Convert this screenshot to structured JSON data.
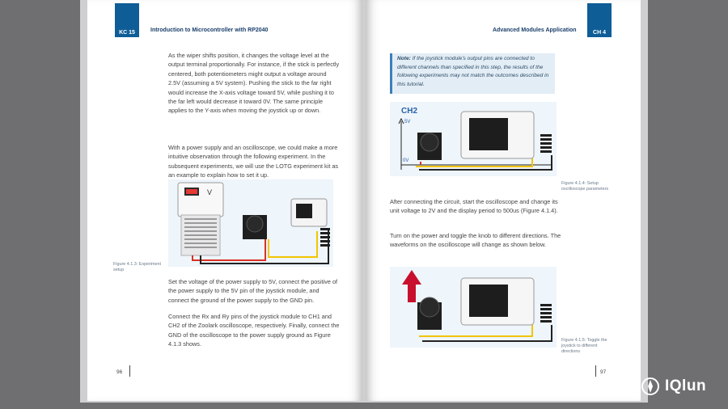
{
  "header": {
    "left_chapter_code": "KC 15",
    "left_title": "Introduction to Microcontroller with RP2040",
    "right_title": "Advanced Modules Application",
    "right_chapter_code": "CH 4"
  },
  "left_page": {
    "paragraph_1": "As the wiper shifts position, it changes the voltage level at the output terminal proportionally. For instance, if the stick is perfectly centered, both potentiometers might output a voltage around 2.5V (assuming a 5V system). Pushing the stick to the far right would increase the X-axis voltage toward 5V, while pushing it to the far left would decrease it toward 0V. The same principle applies to the Y-axis when moving the joystick up or down.",
    "paragraph_2": "With a power supply and an oscilloscope, we could make a more intuitive observation through the following experiment. In the subsequent experiments, we will use the LOTG experiment kit as an example to explain how to set it up.",
    "figure_caption": "Figure 4.1.3: Experiment setup",
    "paragraph_3": "Set the voltage of the power supply to 5V, connect the positive of the power supply to the 5V pin of the joystick module, and connect the ground of the power supply to the GND pin.",
    "paragraph_4": "Connect the Rx and Ry pins of the joystick module to CH1 and CH2 of the Zoolark oscilloscope, respectively. Finally, connect the GND of the oscilloscope to the power supply ground as Figure 4.1.3 shows.",
    "page_number": "96"
  },
  "right_page": {
    "note_label": "Note:",
    "note_text": " If the joystick module's output pins are connected to different channels than specified in this step, the results of the following experiments may not match the outcomes described in this tutorial.",
    "figure_1_label_ch": "CH2",
    "figure_1_label_5v": "5V",
    "figure_1_label_0v": "0V",
    "figure_1_caption": "Figure 4.1.4: Setup oscilloscope parameters",
    "paragraph_1": "After connecting the circuit, start the oscilloscope and change its unit voltage to 2V and the display period to 500us (Figure 4.1.4).",
    "paragraph_2": "Turn on the power and toggle the knob to different directions. The waveforms on the oscilloscope will change as shown below.",
    "figure_2_caption": "Figure 4.1.5: Toggle the joystick to different directions",
    "page_number": "97"
  },
  "watermark": "IQlun",
  "colors": {
    "tab_blue": "#0e5d97",
    "note_bg": "#e3edf5",
    "wire_red": "#d93025",
    "wire_yellow": "#f2c500",
    "arrow_red": "#c8102e"
  }
}
